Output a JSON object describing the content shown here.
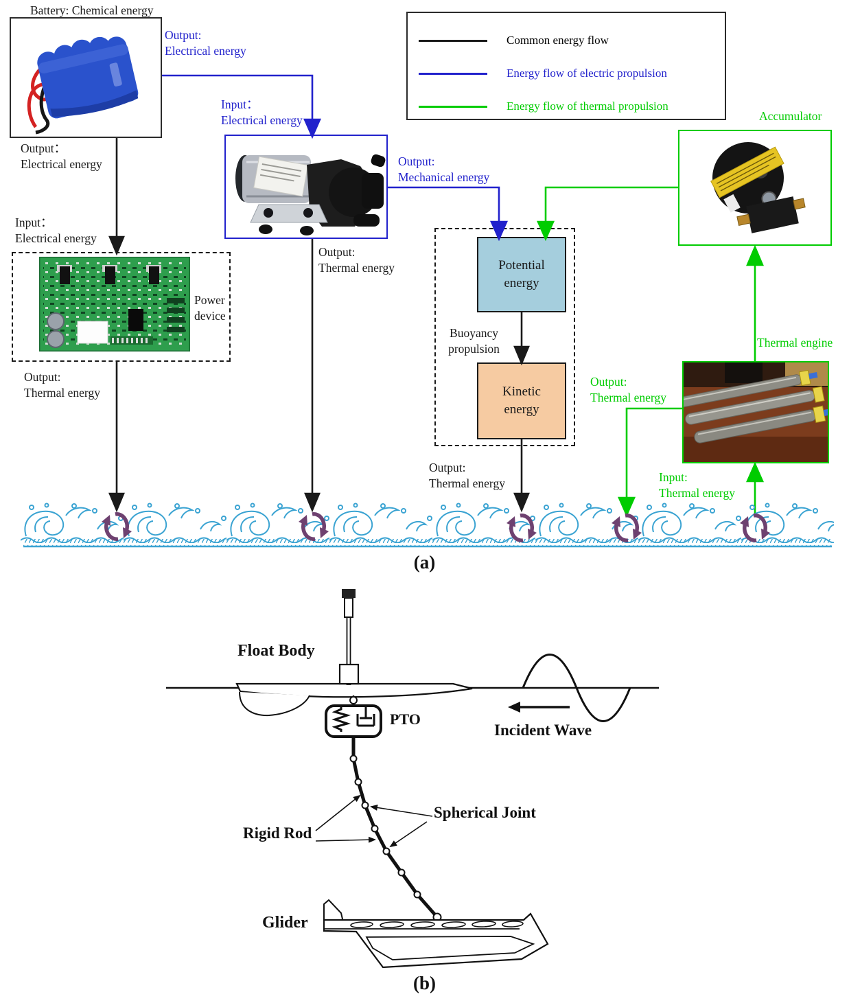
{
  "panel_a": {
    "tag": "(a)",
    "battery_title": "Battery: Chemical energy",
    "legend": {
      "items": [
        {
          "label": "Common energy flow",
          "color": "#1A1A1A"
        },
        {
          "label": "Energy flow of electric propulsion",
          "color": "#2222CC"
        },
        {
          "label": "Energy flow of thermal propulsion",
          "color": "#00CC00"
        }
      ]
    },
    "labels": {
      "battery_out_electrical_blue": "Output:\nElectrical energy",
      "pump_in_electrical": "Input：\nElectrical energy",
      "pump_out_mechanical": "Output:\nMechanical energy",
      "battery_out_electrical_black": "Output：\nElectrical energy",
      "power_in_electrical": "Input：\nElectrical energy",
      "power_out_thermal": "Output:\nThermal energy",
      "pump_out_thermal": "Output:\nThermal energy",
      "kinetic_out_thermal": "Output:\nThermal energy",
      "engine_out_thermal": "Output:\nThermal energy",
      "engine_in_thermal": "Input:\nThermal energy",
      "buoyancy": "Buoyancy\npropulsion",
      "power_device": "Power\ndevice",
      "accumulator": "Accumulator",
      "thermal_engine": "Thermal engine"
    },
    "boxes": {
      "potential": "Potential\nenergy",
      "kinetic": "Kinetic\nenergy"
    }
  },
  "panel_b": {
    "tag": "(b)",
    "labels": {
      "float_body": "Float Body",
      "pto": "PTO",
      "incident_wave": "Incident Wave",
      "rigid_rod": "Rigid Rod",
      "spherical_joint": "Spherical Joint",
      "glider": "Glider"
    }
  },
  "colors": {
    "common_flow": "#1A1A1A",
    "electric_flow": "#2222CC",
    "thermal_flow": "#00CC00",
    "potential_fill": "#A5CEDD",
    "kinetic_fill": "#F6CBA2",
    "wave_stroke": "#3AA3D2",
    "swirl": "#6E4170"
  }
}
